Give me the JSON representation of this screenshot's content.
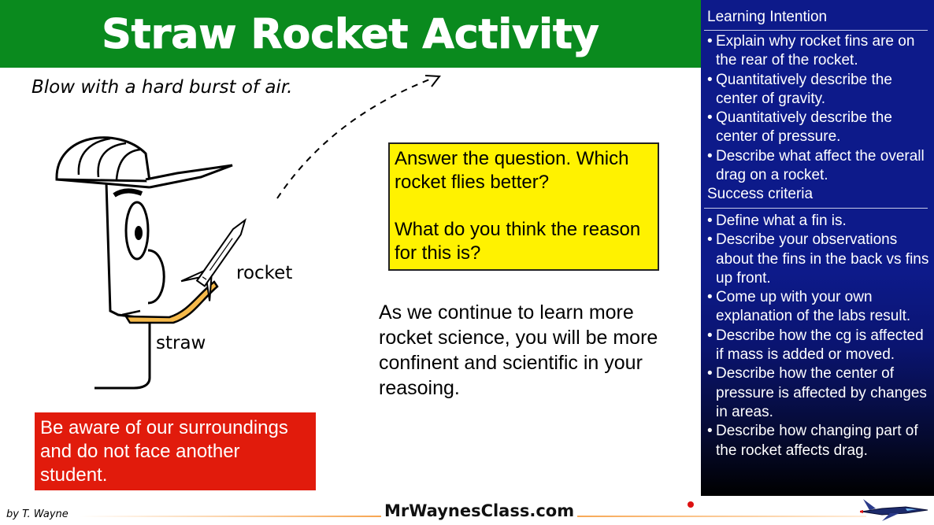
{
  "title": "Straw Rocket Activity",
  "instruction": "Blow with a hard burst of air.",
  "labels": {
    "rocket": "rocket",
    "straw": "straw"
  },
  "question": {
    "line1": "Answer the question. Which rocket flies better?",
    "line2": "What do you think the reason for this is?"
  },
  "continue_text": "As we continue to learn more rocket science, you will be more confinent and scientific in your reasoing.",
  "warning": "Be aware of our surroundings and do not face another student.",
  "learning_intention": {
    "heading": "Learning Intention",
    "items": [
      "Explain why rocket fins are on the rear of the rocket.",
      "Quantitatively describe the center of gravity.",
      "Quantitatively describe the center of pressure.",
      "Describe what affect the overall drag on a rocket."
    ]
  },
  "success_criteria": {
    "heading": "Success criteria",
    "items": [
      "Define what a fin is.",
      "Describe your observations about the fins in the back vs fins up front.",
      "Come up with your own explanation of the labs result.",
      "Describe how the cg is affected if mass is added or moved.",
      "Describe how the center of pressure is affected  by changes in areas.",
      "Describe how changing part of the rocket affects drag."
    ]
  },
  "footer": {
    "author": "by T. Wayne",
    "site": "MrWaynesClass.com"
  },
  "colors": {
    "title_green": "#0a8a1e",
    "question_yellow": "#fff200",
    "warning_red": "#e11b0c",
    "panel_blue": "#0d1a8a"
  }
}
